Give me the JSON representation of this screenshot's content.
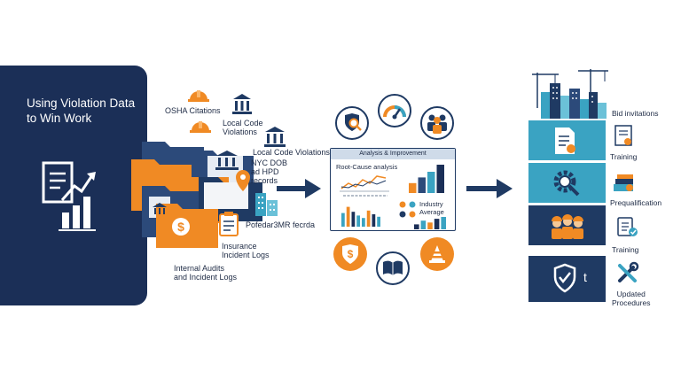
{
  "panel": {
    "title_line1": "Using Violation Data",
    "title_line2": "to Win Work"
  },
  "sources": {
    "osha": "OSHA Citations",
    "local_code_1": "Local Code",
    "local_code_2": "Violations",
    "local_code_violations": "Local Code Violations",
    "nyc_1": "NYC DOB",
    "nyc_2": "ad HPD",
    "nyc_3": "records",
    "emr": "Pofedar3MR fecrda",
    "insurance_1": "Insurance",
    "insurance_2": "Incident Logs",
    "internal_1": "Internal Audits",
    "internal_2": "and Incident Logs"
  },
  "analysis": {
    "header": "Analysis & Improvement",
    "root_cause": "Root-Cause analysis",
    "industry_1": "Industry",
    "industry_2": "Average",
    "bar_chart_1": [
      0.35,
      0.55,
      0.75,
      1.0
    ],
    "bar_chart_2": [
      0.55,
      0.8,
      0.6,
      0.45,
      0.35,
      0.65,
      0.5,
      0.4
    ],
    "bar_chart_3": [
      0.4,
      0.7,
      0.55,
      0.85,
      1.0
    ]
  },
  "outcomes": {
    "bid": "Bid invitations",
    "training_1": "Training",
    "prequal": "Prequalification",
    "training_2": "Training",
    "updated_1": "Updated",
    "updated_2": "Procedures",
    "shield_letter": "t"
  },
  "colors": {
    "navy": "#1b2f57",
    "orange": "#f08a24",
    "teal": "#3aa3c2",
    "folder_dark": "#2c4a7a"
  }
}
